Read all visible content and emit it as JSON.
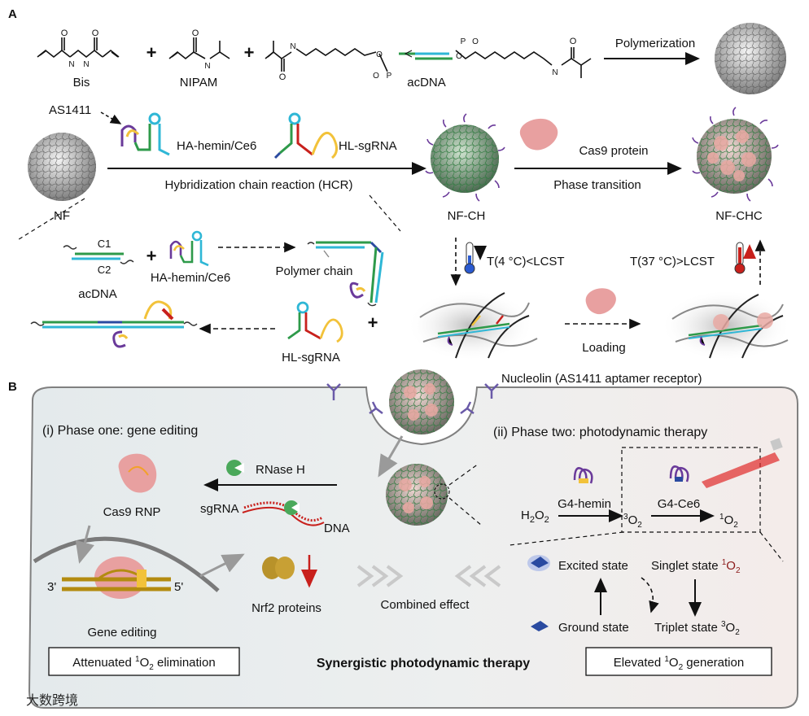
{
  "panel_a": {
    "label": "A",
    "monomers": {
      "bis": "Bis",
      "nipam": "NIPAM",
      "acdna": "acDNA"
    },
    "polymerization": "Polymerization",
    "aptamer": "AS1411",
    "ha_hemin": "HA-hemin/Ce6",
    "hl_sgrna": "HL-sgRNA",
    "hcr": "Hybridization chain reaction (HCR)",
    "nf": "NF",
    "nf_ch": "NF-CH",
    "cas9": "Cas9 protein",
    "phase_transition": "Phase transition",
    "nf_chc": "NF-CHC",
    "c1": "C1",
    "c2": "C2",
    "acdna_label": "acDNA",
    "ha_hemin_2": "HA-hemin/Ce6",
    "polymer_chain": "Polymer chain",
    "hl_sgrna_2": "HL-sgRNA",
    "cold": "T(4 °C)<LCST",
    "warm": "T(37 °C)>LCST",
    "loading": "Loading"
  },
  "panel_b": {
    "label": "B",
    "nucleolin": "Nucleolin (AS1411 aptamer receptor)",
    "phase_one": "(i) Phase one: gene editing",
    "phase_two": "(ii) Phase two: photodynamic therapy",
    "rnase": "RNase H",
    "sgrna": "sgRNA",
    "dna": "DNA",
    "cas9_rnp": "Cas9 RNP",
    "three_prime": "3'",
    "five_prime": "5'",
    "gene_editing": "Gene editing",
    "nrf2": "Nrf2 proteins",
    "combined": "Combined effect",
    "g4_hemin": "G4-hemin",
    "g4_ce6": "G4-Ce6",
    "h2o2": "H2O2",
    "o2_triplet": "3O2",
    "o2_singlet": "1O2",
    "excited": "Excited state",
    "singlet": "Singlet state 1O2",
    "ground": "Ground state",
    "triplet": "Triplet state 3O2",
    "attenuated": "Attenuated 1O2 elimination",
    "synergistic": "Synergistic photodynamic therapy",
    "elevated": "Elevated 1O2 generation"
  },
  "watermark": "大数跨境",
  "colors": {
    "green": "#2e9a4a",
    "purple": "#6a3a9a",
    "red": "#c8201c",
    "yellow": "#f2c23a",
    "pink": "#e8a0a0",
    "cyan": "#2fb7d6"
  }
}
